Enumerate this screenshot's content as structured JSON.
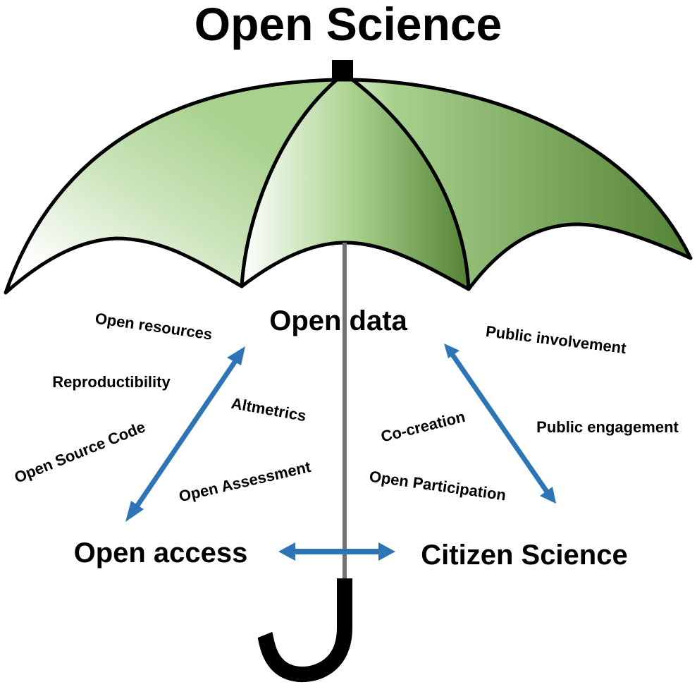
{
  "title": "Open Science",
  "colors": {
    "canopy_light": "#ffffff",
    "canopy_mid": "#a8d18d",
    "canopy_dark": "#548235",
    "outline": "#000000",
    "shaft": "#767171",
    "arrow": "#2e75b6",
    "text": "#000000"
  },
  "pillars": {
    "open_data": "Open data",
    "open_access": "Open access",
    "citizen_science": "Citizen Science"
  },
  "left_terms": {
    "open_resources": "Open resources",
    "reproductibility": "Reproductibility",
    "open_source_code": "Open Source Code",
    "altmetrics": "Altmetrics",
    "open_assessment": "Open Assessment"
  },
  "right_terms": {
    "public_involvement": "Public involvement",
    "public_engagement": "Public engagement",
    "co_creation": "Co-creation",
    "open_participation": "Open Participation"
  },
  "connections": [
    {
      "from": "Open data",
      "to": "Open access",
      "type": "bidirectional"
    },
    {
      "from": "Open data",
      "to": "Citizen Science",
      "type": "bidirectional"
    },
    {
      "from": "Open access",
      "to": "Citizen Science",
      "type": "bidirectional"
    }
  ]
}
